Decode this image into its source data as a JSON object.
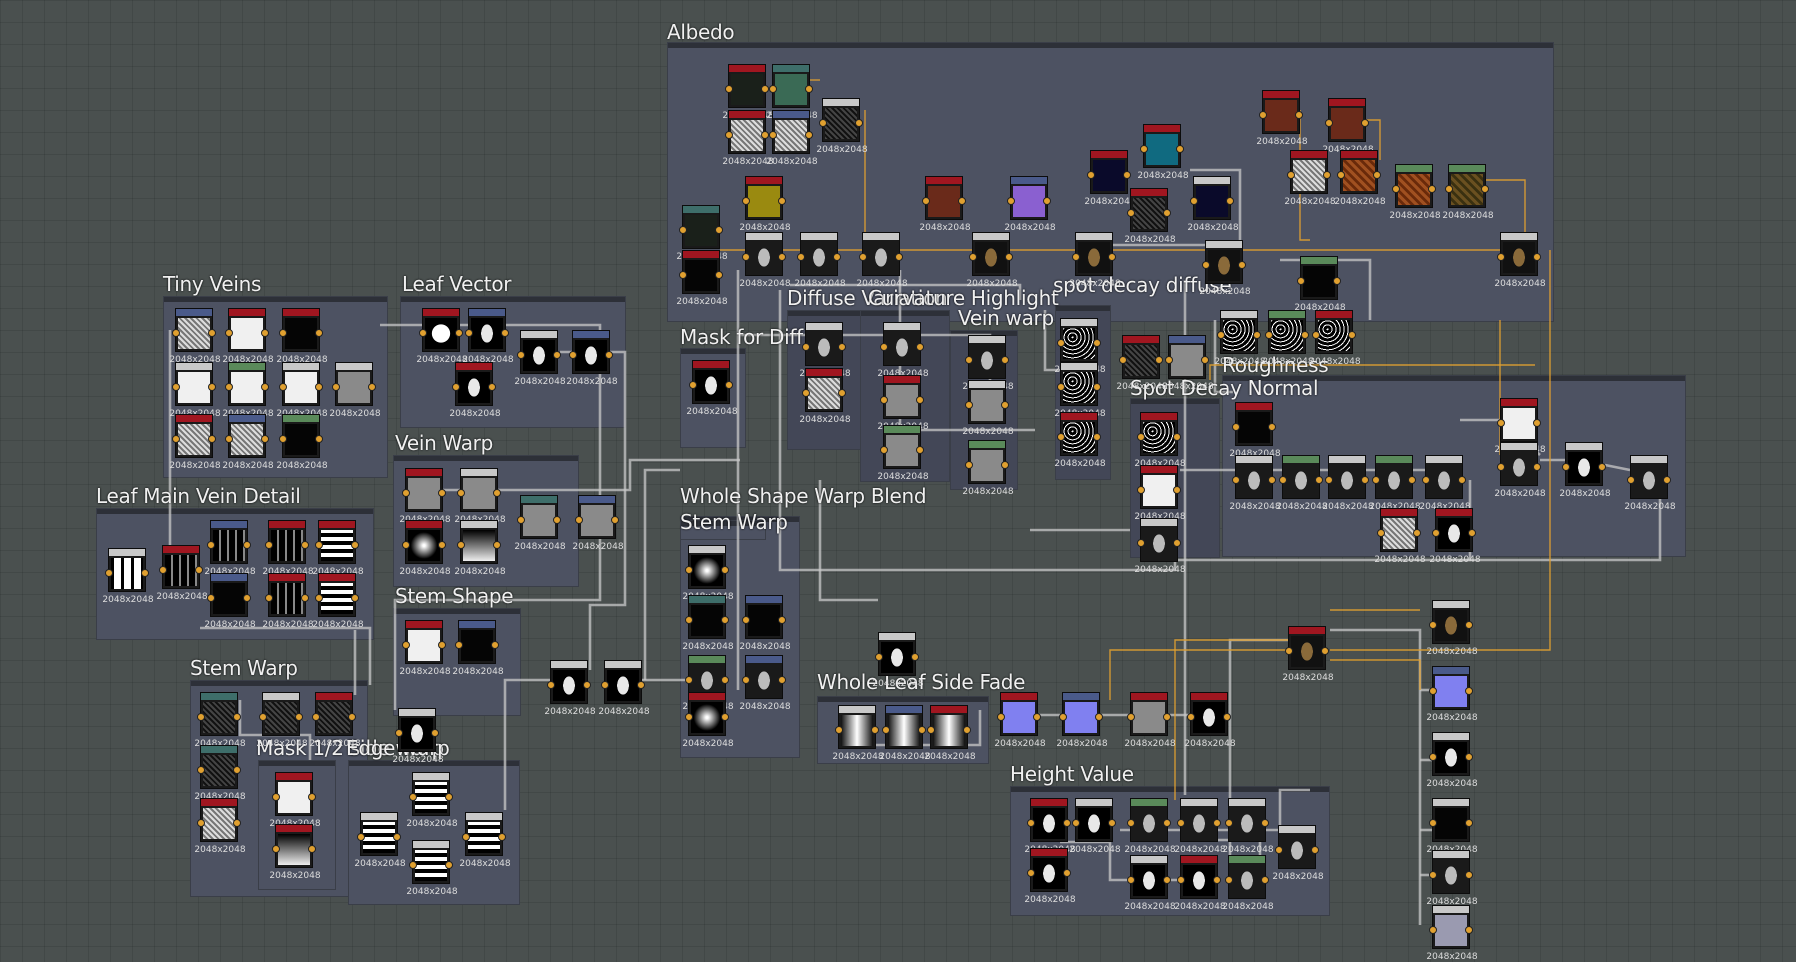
{
  "graph": {
    "frames": [
      "Albedo",
      "Tiny Veins",
      "Leaf Vector",
      "Vein Warp",
      "Leaf Main Vein Detail",
      "Stem Shape",
      "Stem Warp",
      "Mask 1/2 side warp",
      "Edge warp",
      "Diffuse Variation",
      "Curvature Highlight",
      "Vein warp",
      "spot decay diffuse",
      "Mask for Diff",
      "Roughness",
      "Spot Decay Normal",
      "Whole Shape Warp Blend",
      "Stem Warp",
      "Whole Leaf Side Fade",
      "Height Value"
    ],
    "resolution_label": "2048x2048",
    "node_colors": {
      "header_red": "#a01620",
      "header_blue": "#4a5a8a",
      "header_green": "#5a8a5a",
      "header_teal": "#3e6e6a",
      "header_gray": "#c8c8c8",
      "wire_gray": "#c8c8c8",
      "wire_orange": "#e0a030"
    }
  }
}
